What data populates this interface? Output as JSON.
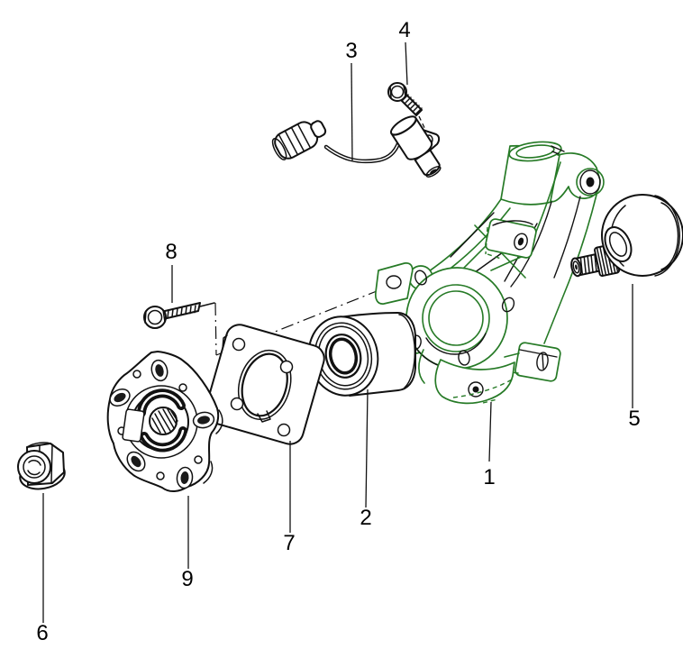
{
  "diagram": {
    "type": "exploded-parts-diagram",
    "background": "#ffffff",
    "line_color": "#111111",
    "highlight_color": "#267a26"
  },
  "callouts": [
    {
      "number": "1",
      "part": "steering-knuckle"
    },
    {
      "number": "2",
      "part": "wheel-bearing"
    },
    {
      "number": "3",
      "part": "abs-speed-sensor"
    },
    {
      "number": "4",
      "part": "sensor-screw"
    },
    {
      "number": "5",
      "part": "ball-joint"
    },
    {
      "number": "6",
      "part": "collar-nut"
    },
    {
      "number": "7",
      "part": "cover-plate"
    },
    {
      "number": "8",
      "part": "flange-bolt"
    },
    {
      "number": "9",
      "part": "wheel-hub"
    }
  ]
}
